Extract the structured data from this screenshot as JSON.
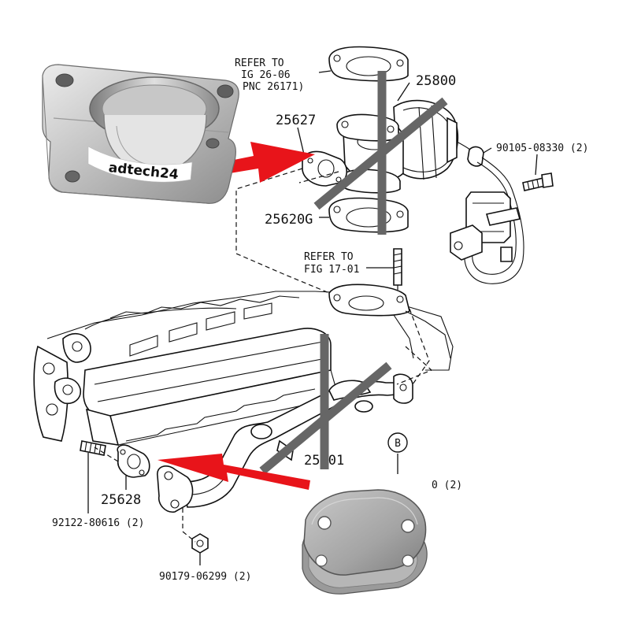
{
  "diagram": {
    "refer_notes": [
      {
        "id": "refer-fig-26-06",
        "lines": [
          "REFER TO",
          "IG 26-06",
          "PNC 26171)"
        ]
      },
      {
        "id": "refer-fig-17-01",
        "lines": [
          "REFER TO",
          "FIG 17-01"
        ]
      }
    ],
    "part_numbers": {
      "p25800": "25800",
      "p25627": "25627",
      "p25620g": "25620G",
      "p90105": "90105-08330 (2)",
      "p25601": "25 01",
      "p25628": "25628",
      "p92122": "92122-80616 (2)",
      "p90179": "90179-06299 (2)",
      "p_b_qty": "0 (2)",
      "circle_b": "B"
    },
    "photo_brand": "adtech24",
    "colors": {
      "arrow": "#e8141a",
      "cross": "#666666",
      "metal_light": "#d9d9d9",
      "metal_dark": "#8a8a8a"
    }
  }
}
